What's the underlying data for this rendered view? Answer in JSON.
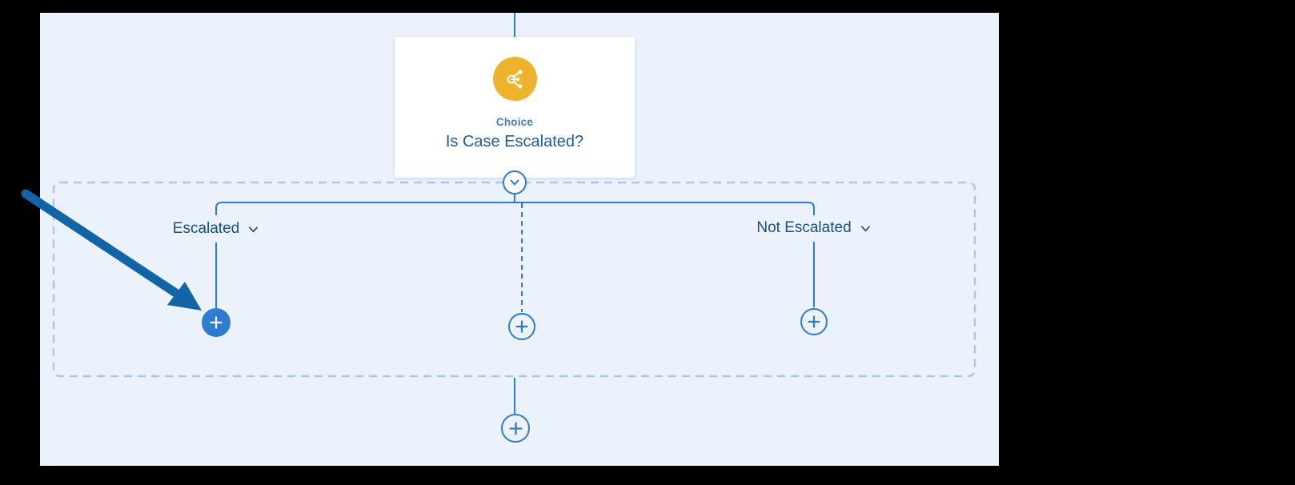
{
  "node": {
    "type_label": "Choice",
    "title": "Is Case Escalated?",
    "icon": "branch-icon",
    "icon_bg_color": "#EDB32C"
  },
  "branches": {
    "left": {
      "label": "Escalated",
      "add_button_state": "highlighted"
    },
    "middle": {
      "label": "",
      "add_button_state": "default"
    },
    "right": {
      "label": "Not Escalated",
      "add_button_state": "default"
    }
  },
  "buttons": {
    "collapse_icon": "chevron-down",
    "add_icon": "plus"
  },
  "annotation": {
    "type": "arrow",
    "color": "#1164A5",
    "points_to": "escalated-add-step-button"
  },
  "colors": {
    "outer_bg": "#000000",
    "canvas_bg": "#EBF2FB",
    "connector": "#2E7BD2",
    "container_dash": "#A9C7EF",
    "node_type_text": "#4A7CBA",
    "node_title_text": "#1F5B9E",
    "branch_label_text": "#1C4E84"
  }
}
